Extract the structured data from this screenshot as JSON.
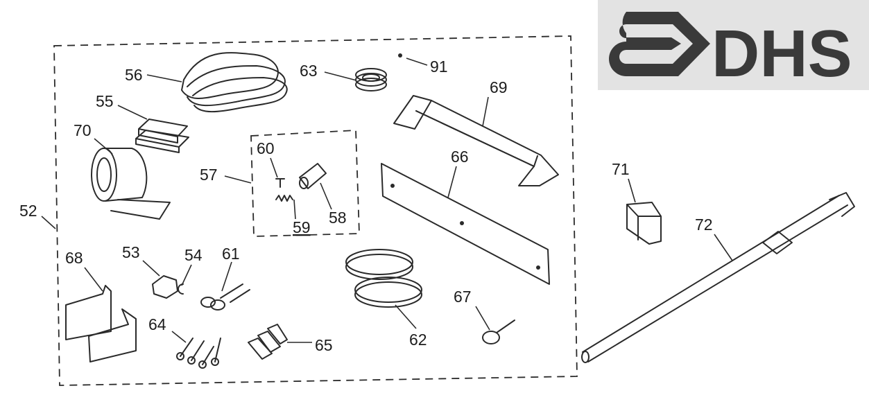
{
  "diagram": {
    "title": "Parts kit exploded view",
    "logo": {
      "text": "DHS",
      "color": "#3a3a3a",
      "background": "#e3e3e3"
    },
    "colors": {
      "ink": "#2a2a2a",
      "paper": "#ffffff"
    },
    "labels": {
      "p52": "52",
      "p53": "53",
      "p54": "54",
      "p55": "55",
      "p56": "56",
      "p57": "57",
      "p58": "58",
      "p59": "59",
      "p60": "60",
      "p61": "61",
      "p62": "62",
      "p63": "63",
      "p64": "64",
      "p65": "65",
      "p66": "66",
      "p67": "67",
      "p68": "68",
      "p69": "69",
      "p70": "70",
      "p71": "71",
      "p72": "72",
      "p91": "91"
    }
  }
}
